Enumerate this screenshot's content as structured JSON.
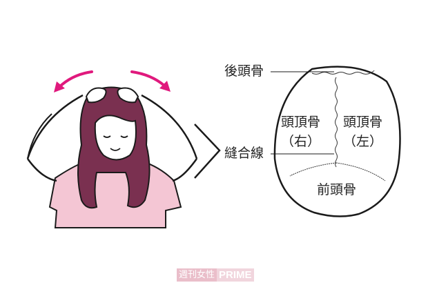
{
  "illustration": {
    "description": "Woman massaging scalp with both hands, arrows indicating outward motion",
    "colors": {
      "hair": "#7a3050",
      "shirt": "#f4c6d4",
      "arrow": "#e0197d",
      "outline": "#1a1a1a"
    }
  },
  "diagram": {
    "labels": {
      "occipital": "後頭骨",
      "suture": "縫合線",
      "parietal_right": "頭頂骨",
      "parietal_right_side": "（右）",
      "parietal_left": "頭頂骨",
      "parietal_left_side": "（左）",
      "frontal": "前頭骨"
    }
  },
  "watermark": {
    "jp": "週刊女性",
    "en": "PRIME"
  }
}
